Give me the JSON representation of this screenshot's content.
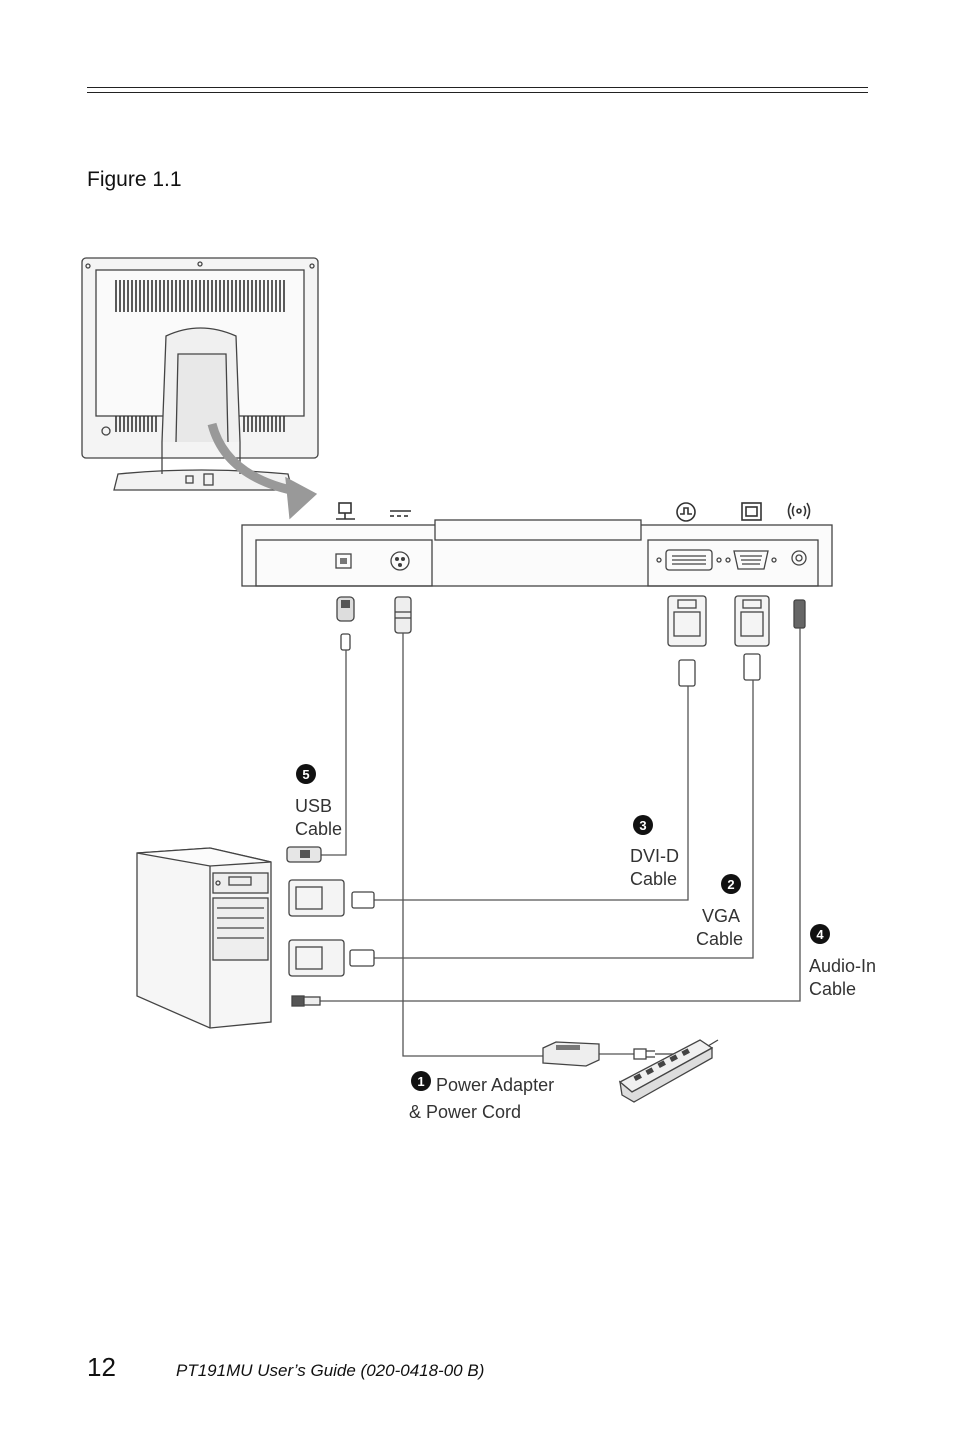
{
  "figure": {
    "caption": "Figure 1.1",
    "labels": {
      "power": {
        "number": "1",
        "line1": "Power Adapter",
        "line2": "& Power Cord"
      },
      "vga": {
        "number": "2",
        "line1": "VGA",
        "line2": "Cable"
      },
      "dvi": {
        "number": "3",
        "line1": "DVI-D",
        "line2": "Cable"
      },
      "audio": {
        "number": "4",
        "line1": "Audio-In",
        "line2": "Cable"
      },
      "usb": {
        "number": "5",
        "line1": "USB",
        "line2": "Cable"
      }
    }
  },
  "footer": {
    "page_number": "12",
    "doc_title": "PT191MU User’s Guide (020-0418-00 B)"
  }
}
